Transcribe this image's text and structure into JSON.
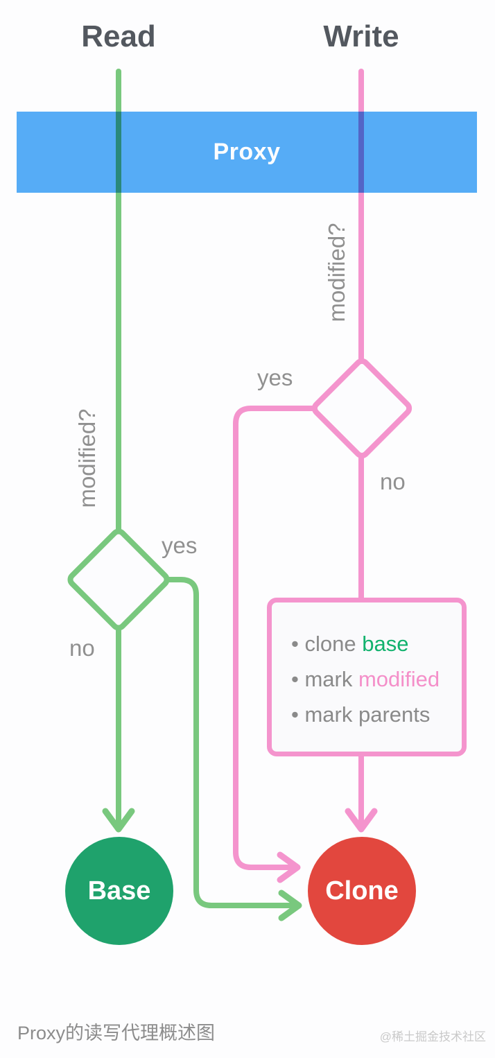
{
  "headers": {
    "read": "Read",
    "write": "Write"
  },
  "banner": {
    "label": "Proxy",
    "color": "#57aef7"
  },
  "labels": {
    "read_modified": "modified?",
    "write_modified": "modified?",
    "read_yes": "yes",
    "read_no": "no",
    "write_yes": "yes",
    "write_no": "no"
  },
  "box": {
    "bullet": "•",
    "items": [
      {
        "text": "clone ",
        "highlight": "base",
        "highlight_color": "#12b26e"
      },
      {
        "text": "mark ",
        "highlight": "modified",
        "highlight_color": "#f48fc9"
      },
      {
        "text": "mark parents",
        "highlight": "",
        "highlight_color": ""
      }
    ]
  },
  "nodes": {
    "base": {
      "label": "Base",
      "color": "#1fa26c"
    },
    "clone": {
      "label": "Clone",
      "color": "#e2473e"
    }
  },
  "colors": {
    "read_line": "#79c87e",
    "write_line": "#f494cd",
    "header_text": "#53585f",
    "label_text": "#909090",
    "box_background": "#fafafc"
  },
  "caption": "Proxy的读写代理概述图",
  "watermark": "@稀土掘金技术社区"
}
